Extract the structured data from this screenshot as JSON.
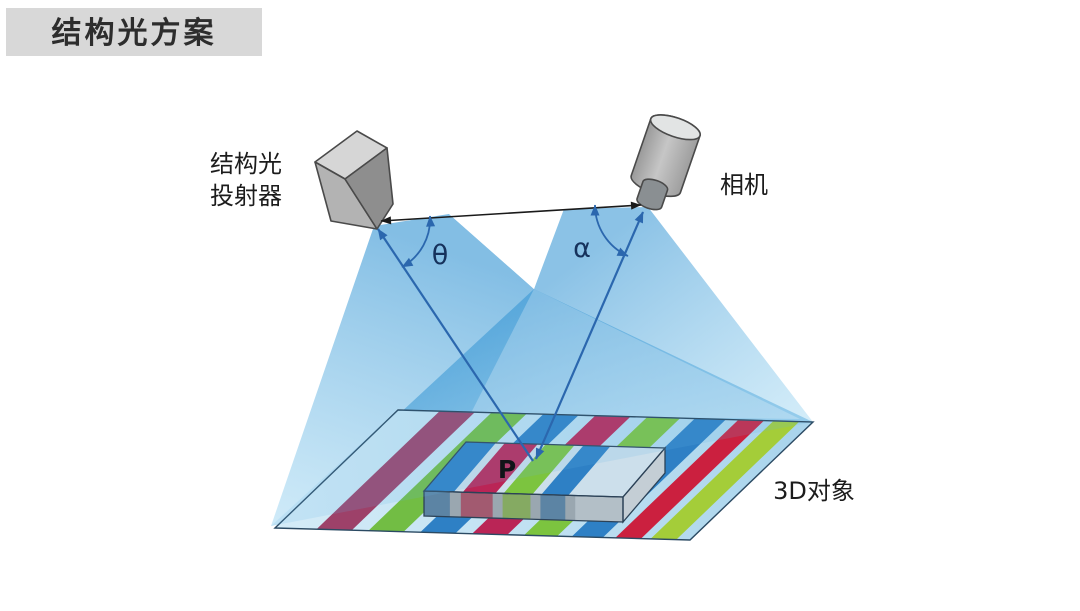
{
  "title": {
    "text": "结构光方案",
    "bg": "#d8d8d8"
  },
  "labels": {
    "projector_line1": "结构光",
    "projector_line2": "投射器",
    "camera": "相机",
    "object_3d": "3D对象",
    "point_p": "P",
    "angle_theta": "θ",
    "angle_alpha": "α"
  },
  "colors": {
    "ray_blue": "#2b67ae",
    "baseline_black": "#1a1a1a",
    "cone_deep": "#3a98d4",
    "cone_light": "#a5d7f0",
    "plane_base_light": "#d3ebf7",
    "plane_base_dark": "#a9d4ec",
    "stripe_plum": "#9d4169",
    "stripe_green": "#72bd44",
    "stripe_blue": "#2e80c5",
    "stripe_crimson": "#ba2556",
    "stripe_green2": "#7cc43f",
    "stripe_red": "#cb203f",
    "stripe_yellow_green": "#a4cd39",
    "slab_side_gray": "#c4ced5",
    "slab_front_gray": "#9aa7b0",
    "device_top_gray": "#d6d6d6",
    "device_front_gray": "#b3b3b3",
    "device_side_gray": "#8e8e8e"
  },
  "diagram": {
    "plane": {
      "bl": [
        275,
        528
      ],
      "br": [
        690,
        540
      ],
      "tl": [
        398,
        410
      ]
    },
    "plane_stripes": [
      {
        "c": "#9d4169",
        "s": 0.1,
        "w": 0.085
      },
      {
        "c": "#72bd44",
        "s": 0.225,
        "w": 0.085
      },
      {
        "c": "#2e80c5",
        "s": 0.35,
        "w": 0.085
      },
      {
        "c": "#ba2556",
        "s": 0.475,
        "w": 0.085
      },
      {
        "c": "#7cc43f",
        "s": 0.6,
        "w": 0.08
      },
      {
        "c": "#2e80c5",
        "s": 0.715,
        "w": 0.075
      },
      {
        "c": "#cb203f",
        "s": 0.82,
        "w": 0.062
      },
      {
        "c": "#a4cd39",
        "s": 0.905,
        "w": 0.062
      }
    ],
    "slab_top": {
      "bl": [
        424,
        491
      ],
      "br": [
        623,
        497
      ],
      "tl": [
        466,
        442
      ]
    },
    "slab_top_stripes": [
      {
        "c": "#2e80c5",
        "s": 0.0,
        "w": 0.15
      },
      {
        "c": "#ba2556",
        "s": 0.195,
        "w": 0.165
      },
      {
        "c": "#7cc43f",
        "s": 0.4,
        "w": 0.145
      },
      {
        "c": "#2e80c5",
        "s": 0.59,
        "w": 0.135
      }
    ],
    "slab_front": {
      "bl": [
        424,
        516
      ],
      "br": [
        623,
        522
      ],
      "tl": [
        424,
        491
      ]
    },
    "slab_front_stripes": [
      {
        "c": "#5c84a4",
        "s": 0.0,
        "w": 0.13
      },
      {
        "c": "#a25a70",
        "s": 0.185,
        "w": 0.16
      },
      {
        "c": "#85aa62",
        "s": 0.395,
        "w": 0.14
      },
      {
        "c": "#5c84a4",
        "s": 0.585,
        "w": 0.125
      },
      {
        "c": "#b3bfc7",
        "s": 0.76,
        "w": 0.24
      }
    ]
  }
}
